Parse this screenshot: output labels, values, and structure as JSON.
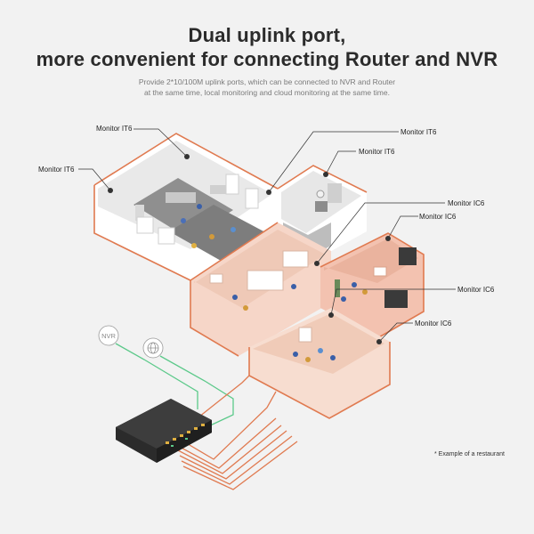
{
  "header": {
    "title_line1": "Dual uplink port,",
    "title_line2": "more convenient for connecting Router and NVR",
    "subtitle_line1": "Provide 2*10/100M uplink ports, which can be connected to NVR and Router",
    "subtitle_line2": "at the same time, local monitoring and cloud monitoring at the same time."
  },
  "cameras": [
    {
      "label": "Monitor IT6"
    },
    {
      "label": "Monitor IT6"
    },
    {
      "label": "Monitor IT6"
    },
    {
      "label": "Monitor IT6"
    },
    {
      "label": "Monitor IC6"
    },
    {
      "label": "Monitor IC6"
    },
    {
      "label": "Monitor IC6"
    },
    {
      "label": "Monitor IC6"
    }
  ],
  "devices": {
    "nvr_label": "NVR",
    "internet_icon": "globe-icon"
  },
  "footnote": "* Example of a restaurant",
  "colors": {
    "background": "#f2f2f2",
    "wall_outline": "#e07a50",
    "uplink_cable": "#5cc98a",
    "poe_cable": "#e07a50",
    "switch_body": "#2b2b2b"
  }
}
